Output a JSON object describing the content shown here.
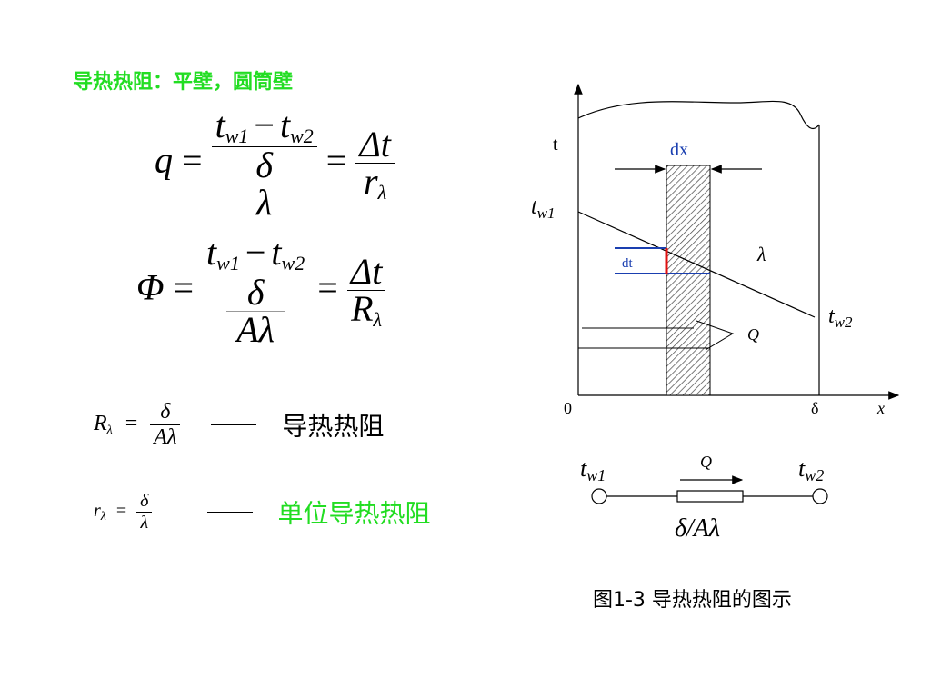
{
  "slide": {
    "title": "导热热阻：平壁，圆筒壁",
    "title_color": "#22dd22",
    "highlight_color": "#22dd22"
  },
  "equations": {
    "q_lhs": "q",
    "numerator_a": "t",
    "numerator_a_sub": "w1",
    "minus": "−",
    "numerator_b": "t",
    "numerator_b_sub": "w2",
    "delta": "δ",
    "lambda": "λ",
    "equals": "=",
    "delta_t": "Δt",
    "r": "r",
    "phi_lhs": "Φ",
    "A": "A",
    "R": "R"
  },
  "definitions": {
    "R_label": "R",
    "r_label": "r",
    "R_desc": "导热热阻",
    "r_desc": "单位导热热阻"
  },
  "diagram": {
    "axis_t": "t",
    "axis_x": "x",
    "origin": "0",
    "delta_mark": "δ",
    "dx_label": "dx",
    "dt_label": "dt",
    "lambda_label": "λ",
    "Q_label": "Q",
    "tw1_main": "t",
    "tw1_sub": "w1",
    "tw2_main": "t",
    "tw2_sub": "w2",
    "dx_color": "#1a3fb0",
    "dt_color": "#1a3fb0",
    "red_mark": "#e01010"
  },
  "circuit": {
    "tw1_main": "t",
    "tw1_sub": "w1",
    "tw2_main": "t",
    "tw2_sub": "w2",
    "Q_label": "Q",
    "resistance_label": "δ/Aλ"
  },
  "caption": {
    "text": "图1-3   导热热阻的图示"
  }
}
